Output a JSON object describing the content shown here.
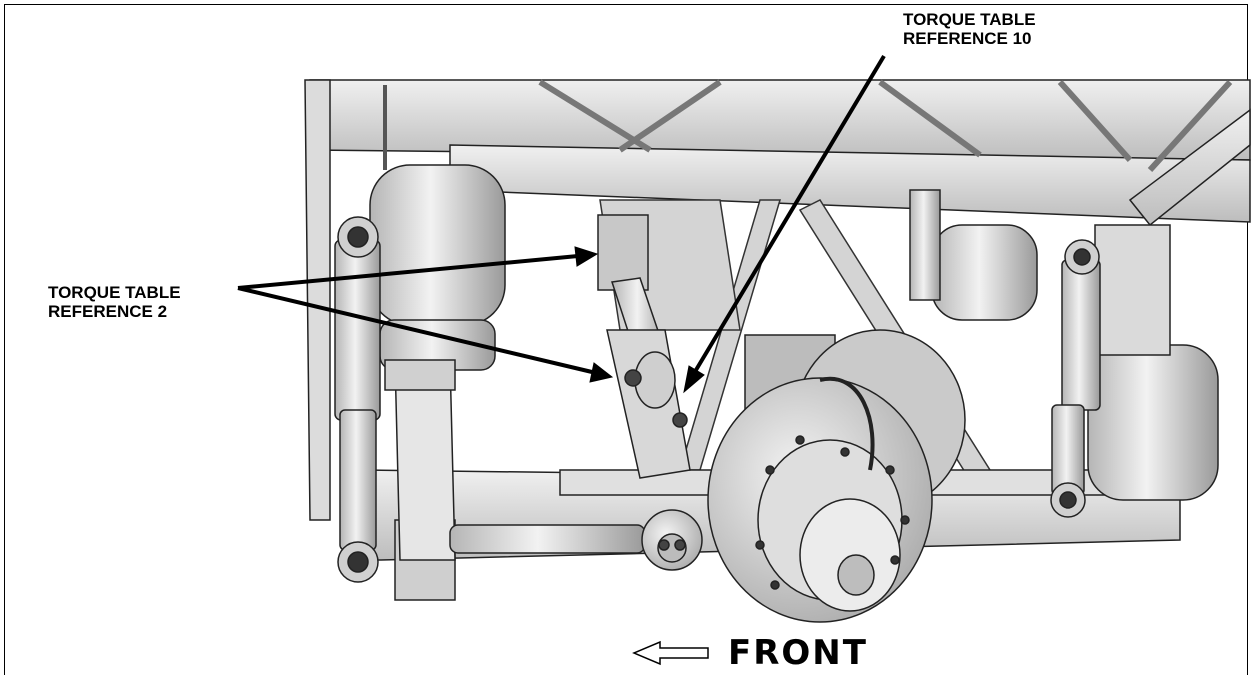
{
  "callouts": {
    "ref10": {
      "line1": "TORQUE TABLE",
      "line2": "REFERENCE 10"
    },
    "ref2": {
      "line1": "TORQUE TABLE",
      "line2": "REFERENCE 2"
    }
  },
  "direction": {
    "label": "FRONT",
    "arrow_icon": "left-arrow-icon"
  },
  "colors": {
    "line": "#000000",
    "metal_light": "#e6e6e6",
    "metal_mid": "#c8c8c8",
    "metal_dark": "#8c8c8c"
  }
}
